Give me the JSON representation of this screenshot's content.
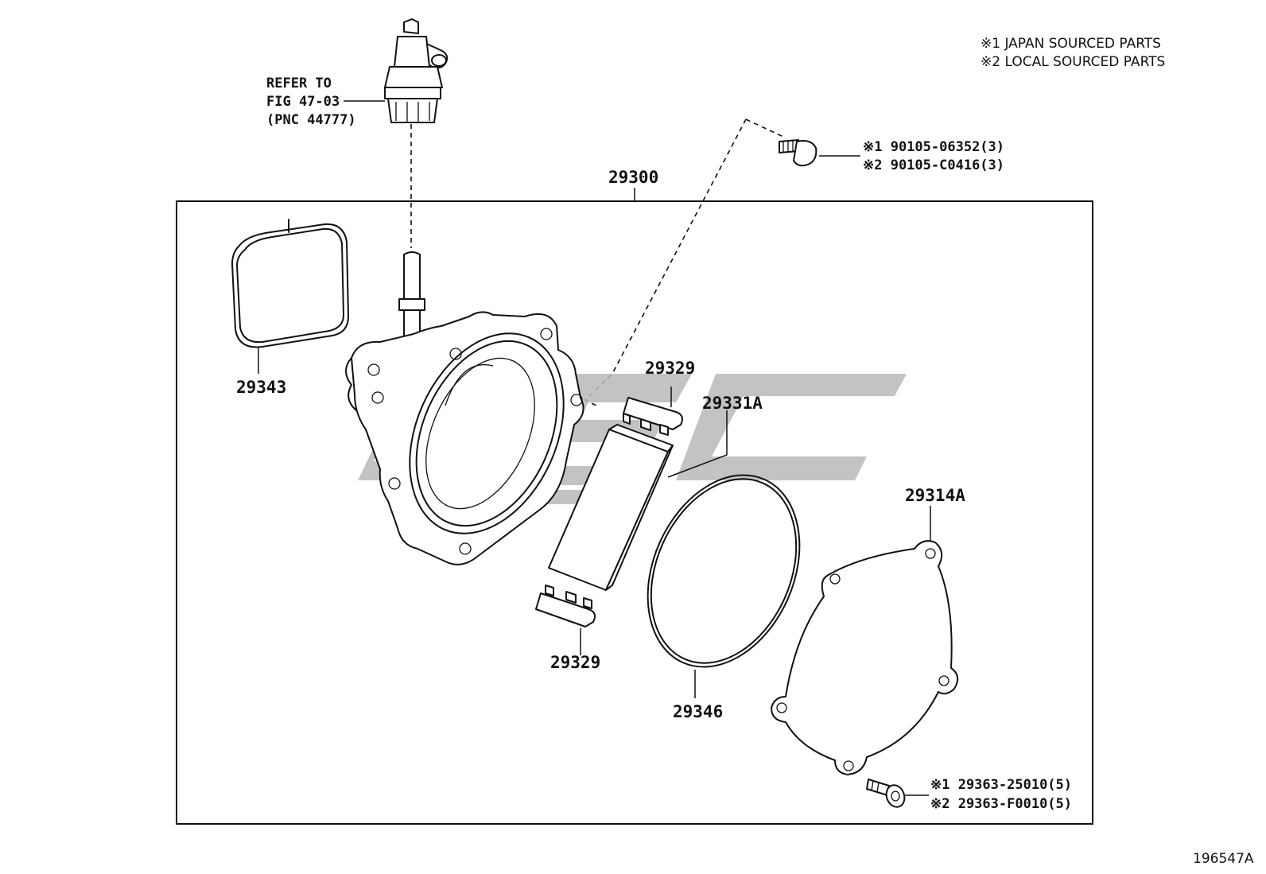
{
  "notes": {
    "line1": "※1 JAPAN SOURCED PARTS",
    "line2": "※2 LOCAL SOURCED PARTS"
  },
  "refer": {
    "line1": "REFER TO",
    "line2": "FIG 47-03",
    "line3": "(PNC 44777)"
  },
  "assembly_label": "29300",
  "parts": {
    "p29343": "29343",
    "p29329_top": "29329",
    "p29331A": "29331A",
    "p29314A": "29314A",
    "p29329_bottom": "29329",
    "p29346": "29346"
  },
  "bolt_top": {
    "line1": "※1 90105-06352(3)",
    "line2": "※2 90105-C0416(3)"
  },
  "bolt_bottom": {
    "line1": "※1  29363-25010(5)",
    "line2": "※2  29363-F0010(5)"
  },
  "figure_id": "196547A",
  "watermark": {
    "logo": "EPC",
    "icon": "epc-logo"
  }
}
